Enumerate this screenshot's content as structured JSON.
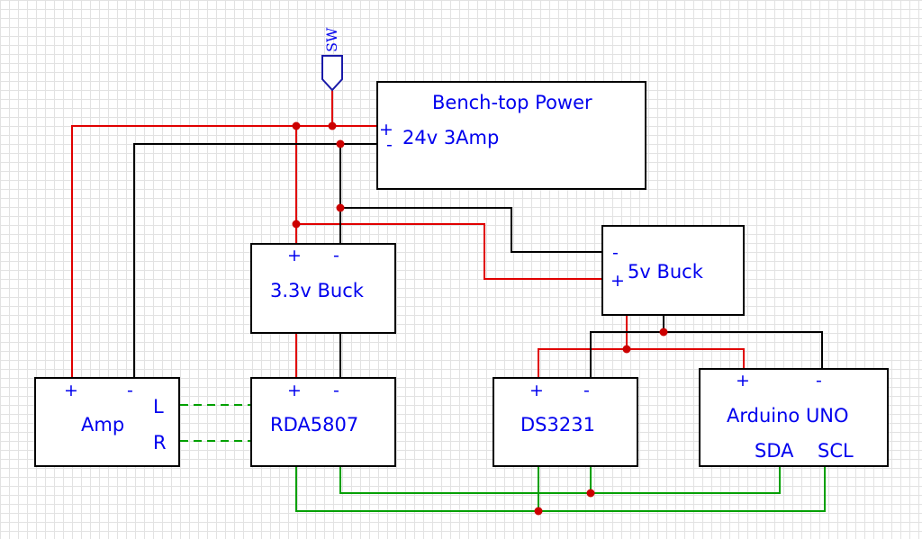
{
  "switch": {
    "label": "SW"
  },
  "components": {
    "bench_power": {
      "title": "Bench-top Power",
      "spec": "24v 3Amp",
      "plus": "+",
      "minus": "-"
    },
    "buck_3v3": {
      "title": "3.3v Buck",
      "plus": "+",
      "minus": "-"
    },
    "buck_5v": {
      "title": "5v Buck",
      "plus": "+",
      "minus": "-"
    },
    "amp": {
      "title": "Amp",
      "plus": "+",
      "minus": "-",
      "left": "L",
      "right": "R"
    },
    "rda5807": {
      "title": "RDA5807",
      "plus": "+",
      "minus": "-"
    },
    "ds3231": {
      "title": "DS3231",
      "plus": "+",
      "minus": "-"
    },
    "arduino": {
      "title": "Arduino UNO",
      "plus": "+",
      "minus": "-",
      "sda": "SDA",
      "scl": "SCL"
    }
  },
  "colors": {
    "positive_wire": "#e00000",
    "ground_wire": "#000000",
    "i2c_wire": "#00a000",
    "audio_wire": "#00a000",
    "label": "#0000ee",
    "junction": "#cc0000"
  }
}
